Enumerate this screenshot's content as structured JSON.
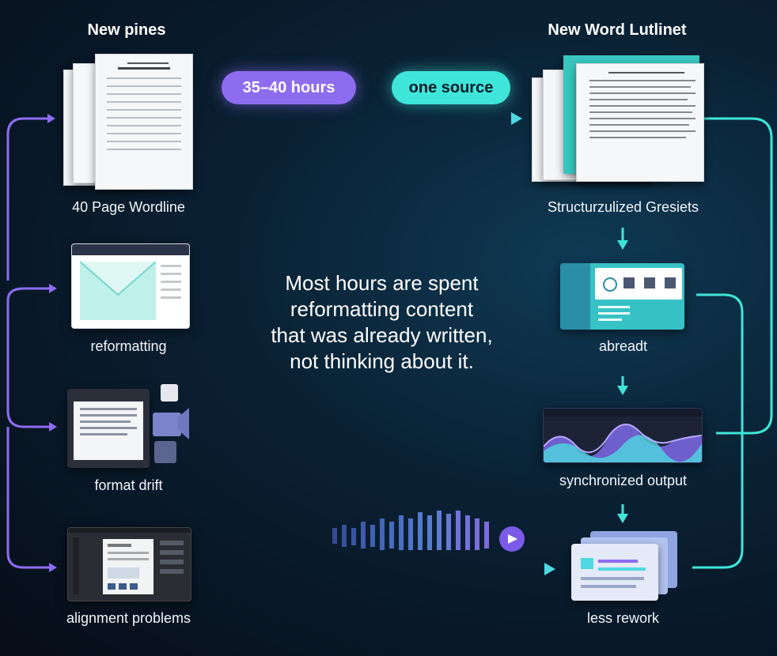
{
  "headers": {
    "left": "New pines",
    "right": "New Word Lutlinet"
  },
  "pills": {
    "hours": "35–40 hours",
    "source": "one source"
  },
  "left_items": [
    {
      "label": "40 Page Wordline"
    },
    {
      "label": "reformatting"
    },
    {
      "label": "format drift"
    },
    {
      "label": "alignment problems"
    }
  ],
  "right_items": [
    {
      "label": "Structurzulized Gresiets"
    },
    {
      "label": "abreadt"
    },
    {
      "label": "synchronized output"
    },
    {
      "label": "less rework"
    }
  ],
  "center_message": {
    "line1": "Most hours are spent",
    "line2": "reformatting content",
    "line3": "that was already written,",
    "line4": "not thinking about it."
  },
  "colors": {
    "purple": "#8d6cf0",
    "teal": "#3ee6d9",
    "background": "#0a2235"
  },
  "icons": {
    "flow_arrow": "arrow-right-icon",
    "down_arrow": "arrow-down-icon",
    "play_button": "play-circle-icon"
  }
}
